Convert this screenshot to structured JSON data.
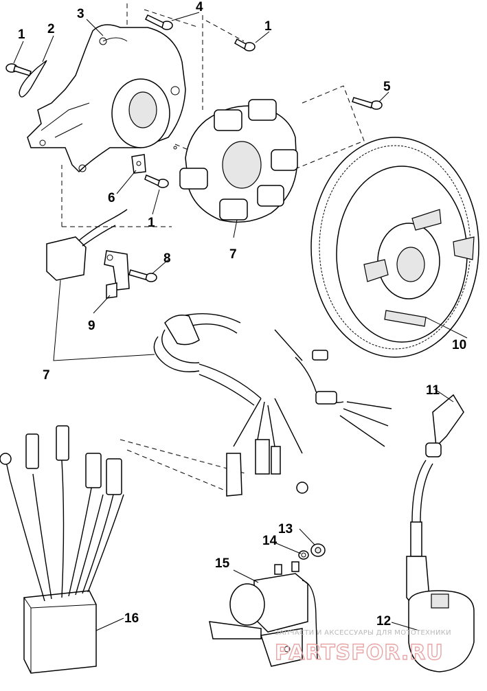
{
  "callouts": {
    "c1a": "1",
    "c1b": "1",
    "c1c": "1",
    "c2": "2",
    "c3": "3",
    "c4": "4",
    "c5": "5",
    "c6": "6",
    "c7a": "7",
    "c7b": "7",
    "c8": "8",
    "c9": "9",
    "c10": "10",
    "c11": "11",
    "c12": "12",
    "c13": "13",
    "c14": "14",
    "c15": "15",
    "c16": "16"
  },
  "watermark": {
    "tagline": "ЗАПЧАСТИ И АКСЕССУАРЫ ДЛЯ МОТОТЕХНИКИ",
    "logo": "PARTSFOR.RU"
  }
}
